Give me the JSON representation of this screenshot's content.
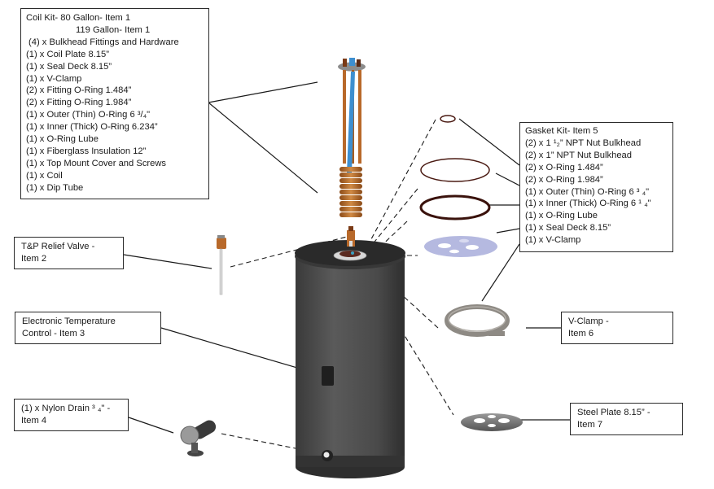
{
  "diagram": {
    "title": "Exploded parts view - indirect water heater",
    "callouts": {
      "coil_kit": {
        "heading": "Coil Kit-  80 Gallon- Item 1",
        "heading2": "119 Gallon- Item 1",
        "items": [
          "(4) x Bulkhead Fittings and Hardware",
          "(1) x Coil  Plate 8.15”",
          "(1) x Seal Deck 8.15”",
          "(1) x V-Clamp",
          "(2) x Fitting O-Ring 1.484”",
          "(2) x Fitting O-Ring 1.984”",
          "(1) x Outer (Thin) O-Ring 6 ³/₄\"",
          "(1) x Inner (Thick) O-Ring 6.234”",
          "(1) x O-Ring Lube",
          "(1) x Fiberglass Insulation 12”",
          "(1) x Top Mount Cover and Screws",
          "(1) x Coil",
          "(1) x Dip Tube"
        ]
      },
      "gasket_kit": {
        "heading": "Gasket Kit- Item 5",
        "items": [
          "(2) x 1 ¹₂” NPT Nut Bulkhead",
          "(2) x 1” NPT Nut Bulkhead",
          "(2) x O-Ring 1.484”",
          "(2) x O-Ring 1.984”",
          "(1) x Outer (Thin) O-Ring 6 ³ ₄\"",
          "(1) x Inner (Thick) O-Ring 6 ¹ ₄\"",
          "(1) x O-Ring Lube",
          "(1) x Seal Deck 8.15”",
          "(1) x V-Clamp"
        ]
      },
      "tp_valve": {
        "line1": "T&P Relief Valve -",
        "line2": "Item 2"
      },
      "temp_control": {
        "line1": "Electronic Temperature",
        "line2": "Control - Item 3"
      },
      "drain": {
        "line1": "(1)  x Nylon Drain ³ ₄\" -",
        "line2": "Item 4"
      },
      "v_clamp": {
        "line1": "V-Clamp -",
        "line2": "Item 6"
      },
      "steel_plate": {
        "line1": "Steel Plate 8.15” -",
        "line2": "Item 7"
      }
    },
    "parts": [
      "coil-assembly",
      "tp-relief-valve",
      "temperature-control",
      "nylon-drain",
      "small-o-ring",
      "outer-o-ring",
      "inner-o-ring",
      "seal-deck",
      "v-clamp",
      "steel-plate",
      "tank"
    ],
    "colors": {
      "tank_body": "#4a4a4a",
      "tank_top": "#2e2e2e",
      "copper": "#b8692a",
      "dip_tube": "#3d8fd0",
      "o_ring": "#4a1a12",
      "seal_deck": "#b5b9e0",
      "clamp": "#8e8a84",
      "steel_plate": "#7a7a7a",
      "leader_line": "#1a1a1a"
    }
  }
}
